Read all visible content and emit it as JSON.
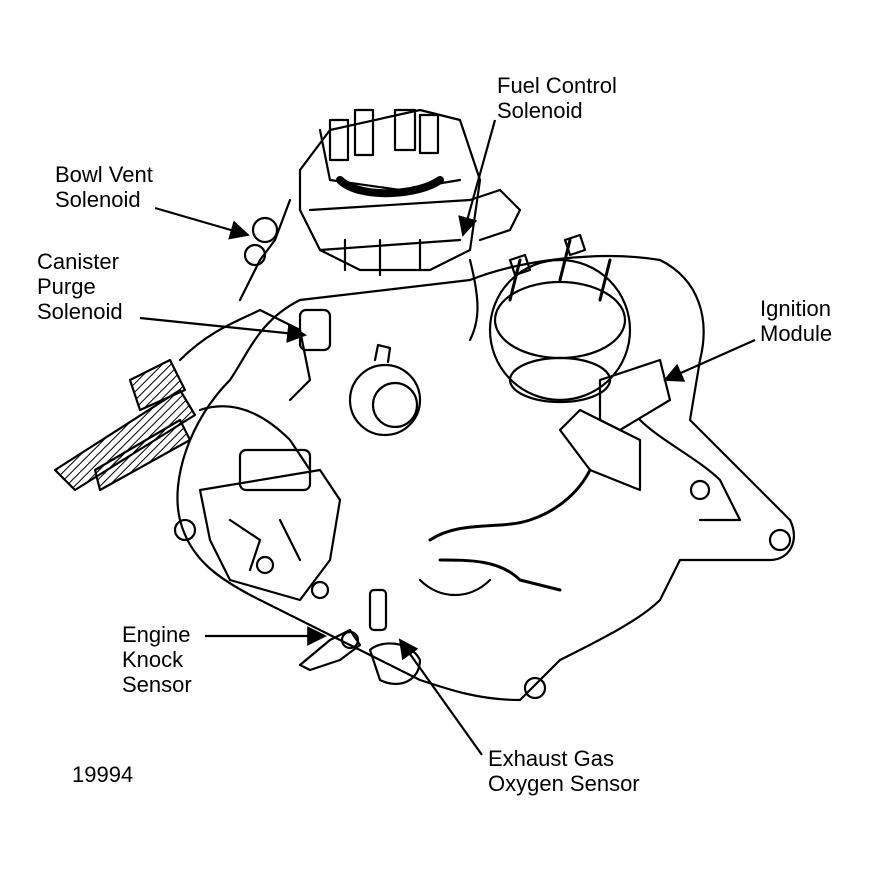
{
  "labels": {
    "fuel_control": [
      "Fuel Control",
      "Solenoid"
    ],
    "bowl_vent": [
      "Bowl Vent",
      "Solenoid"
    ],
    "canister_purge": [
      "Canister",
      "Purge",
      "Solenoid"
    ],
    "ignition_module": [
      "Ignition",
      "Module"
    ],
    "knock_sensor": [
      "Engine",
      "Knock",
      "Sensor"
    ],
    "oxygen_sensor": [
      "Exhaust Gas",
      "Oxygen Sensor"
    ]
  },
  "figure_id": "19994"
}
